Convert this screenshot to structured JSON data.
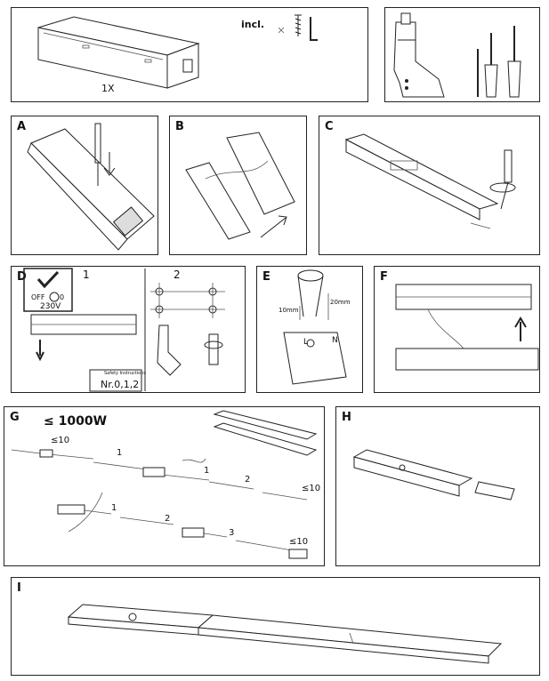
{
  "panel1": {
    "incl": "incl.",
    "qty": "1X"
  },
  "panelA": {
    "label": "A"
  },
  "panelB": {
    "label": "B"
  },
  "panelC": {
    "label": "C"
  },
  "panelD": {
    "label": "D",
    "step1": "1",
    "step2": "2",
    "off": "OFF",
    "zero": "0",
    "voltage": "230V",
    "safety": "Safety Instructions",
    "nr": "Nr.0,1,2"
  },
  "panelE": {
    "label": "E",
    "dim1": "10mm",
    "dim2": "20mm",
    "L": "L",
    "N": "N"
  },
  "panelF": {
    "label": "F"
  },
  "panelG": {
    "label": "G",
    "max": "≤ 1000W",
    "le10a": "≤10",
    "le10b": "≤10",
    "le10c": "≤10",
    "n1a": "1",
    "n1b": "1",
    "n1c": "1",
    "n2a": "2",
    "n2b": "2",
    "n3": "3"
  },
  "panelH": {
    "label": "H"
  },
  "panelI": {
    "label": "I"
  }
}
